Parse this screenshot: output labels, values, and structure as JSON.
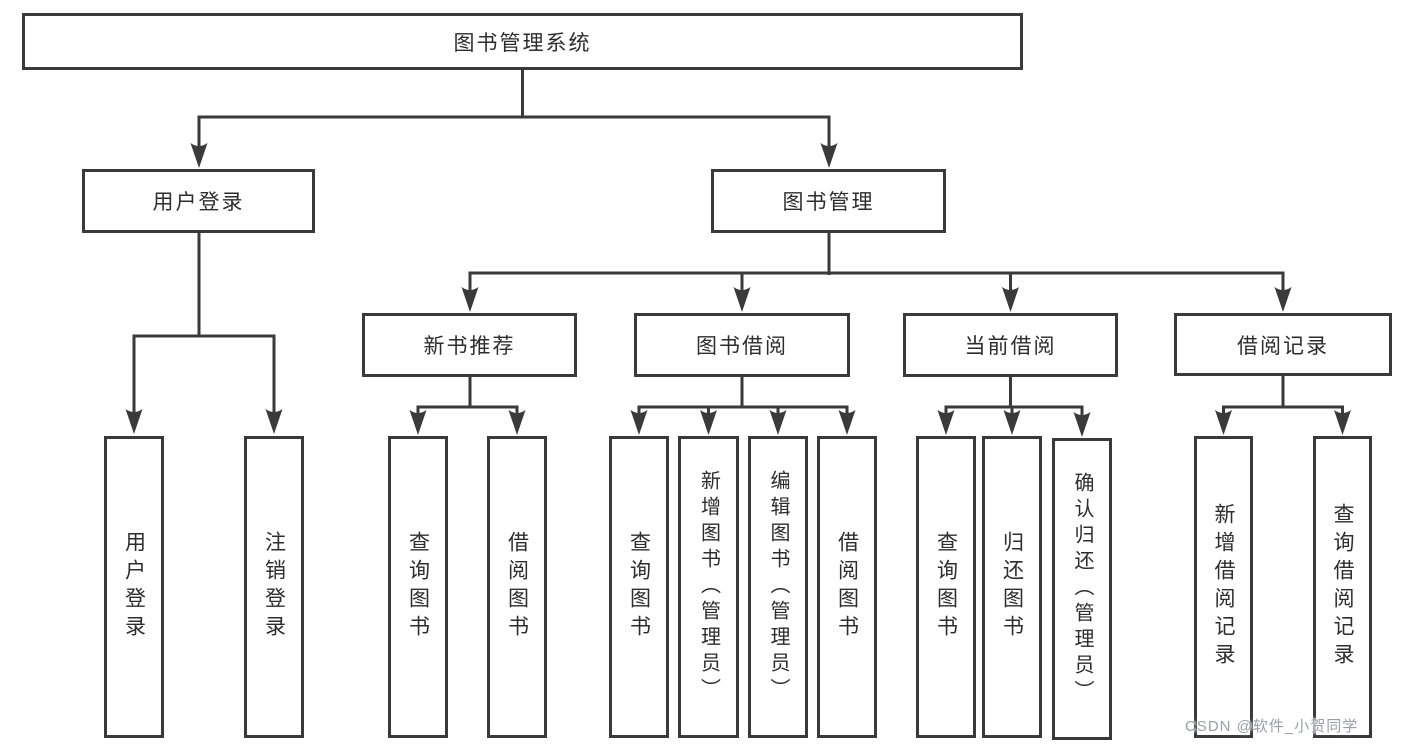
{
  "tree": {
    "root": {
      "label": "图书管理系统"
    },
    "children": [
      {
        "label": "用户登录",
        "children": [
          {
            "label": "用户登录"
          },
          {
            "label": "注销登录"
          }
        ]
      },
      {
        "label": "图书管理",
        "children": [
          {
            "label": "新书推荐",
            "children": [
              {
                "label": "查询图书"
              },
              {
                "label": "借阅图书"
              }
            ]
          },
          {
            "label": "图书借阅",
            "children": [
              {
                "label": "查询图书"
              },
              {
                "label": "新增图书（管理员）"
              },
              {
                "label": "编辑图书（管理员）"
              },
              {
                "label": "借阅图书"
              }
            ]
          },
          {
            "label": "当前借阅",
            "children": [
              {
                "label": "查询图书"
              },
              {
                "label": "归还图书"
              },
              {
                "label": "确认归还（管理员）"
              }
            ]
          },
          {
            "label": "借阅记录",
            "children": [
              {
                "label": "新增借阅记录"
              },
              {
                "label": "查询借阅记录"
              }
            ]
          }
        ]
      }
    ]
  },
  "watermark": {
    "text": "CSDN @软件_小贺同学"
  },
  "colors": {
    "line": "#3a3a3a",
    "border": "#3a3a3a",
    "text": "#2d2d2d",
    "background": "#ffffff",
    "watermark": "#999fa6"
  }
}
